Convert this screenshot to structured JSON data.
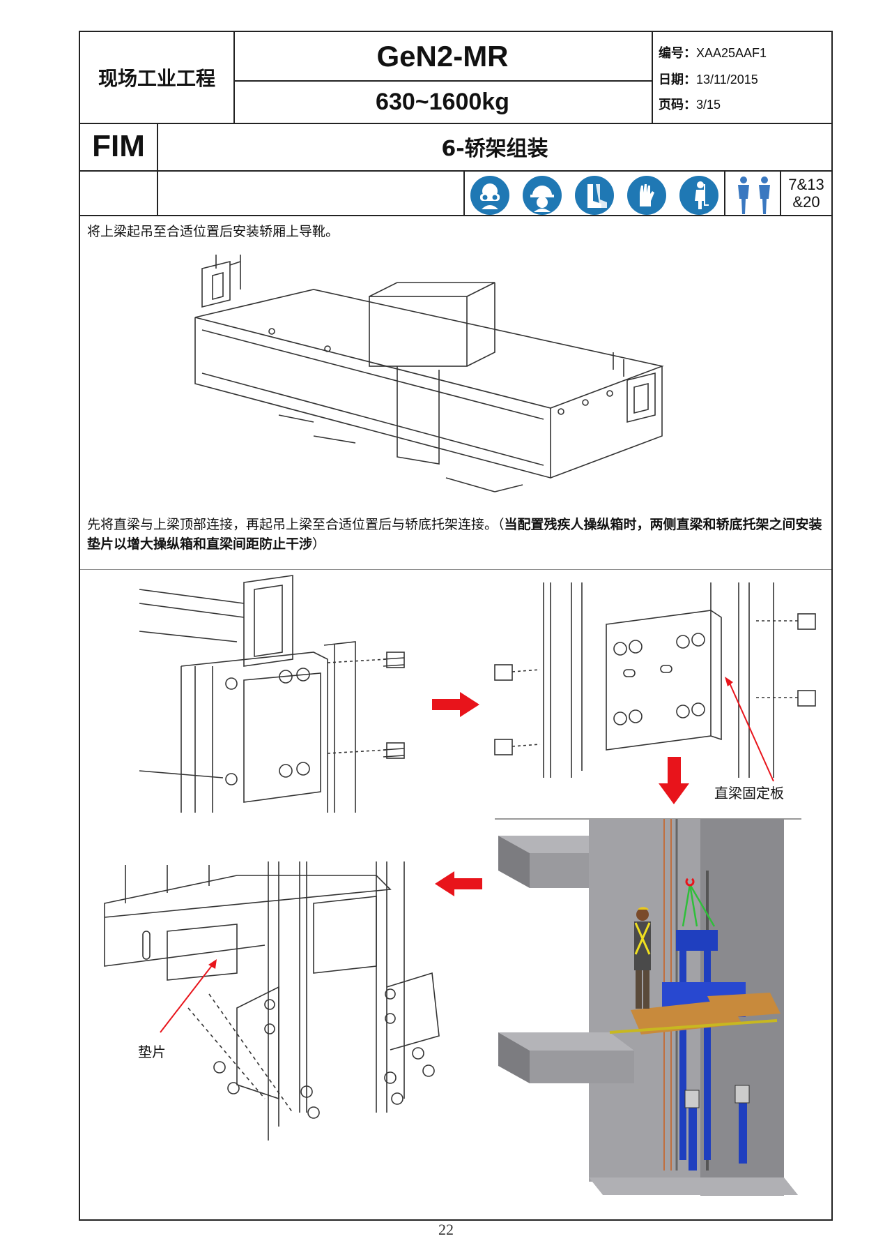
{
  "header": {
    "company": "现场工业工程",
    "model": "GeN2-MR",
    "load_range": "630~1600kg",
    "code_label": "编号：",
    "code_value": "XAA25AAF1",
    "date_label": "日期：",
    "date_value": "13/11/2015",
    "page_label": "页码：",
    "page_value": "3/15"
  },
  "section": {
    "tag": "FIM",
    "title": "6-轿架组装"
  },
  "ppe": {
    "icons": [
      "eye-protection-icon",
      "hard-hat-icon",
      "safety-boots-icon",
      "gloves-icon",
      "harness-icon"
    ],
    "persons_icon": "two-persons-icon",
    "refs_line1": "7&13",
    "refs_line2": "&20",
    "color": "#1f78b4"
  },
  "steps": {
    "step1": "将上梁起吊至合适位置后安装轿厢上导靴。",
    "step2_normal": "先将直梁与上梁顶部连接，再起吊上梁至合适位置后与轿底托架连接。（",
    "step2_bold": "当配置残疾人操纵箱时，两侧直梁和轿底托架之间安装垫片以增大操纵箱和直梁间距防止干涉",
    "step2_end": "）"
  },
  "labels": {
    "upright_plate": "直梁固定板",
    "shim": "垫片"
  },
  "arrow_color": "#e8141b",
  "page_number": "22"
}
